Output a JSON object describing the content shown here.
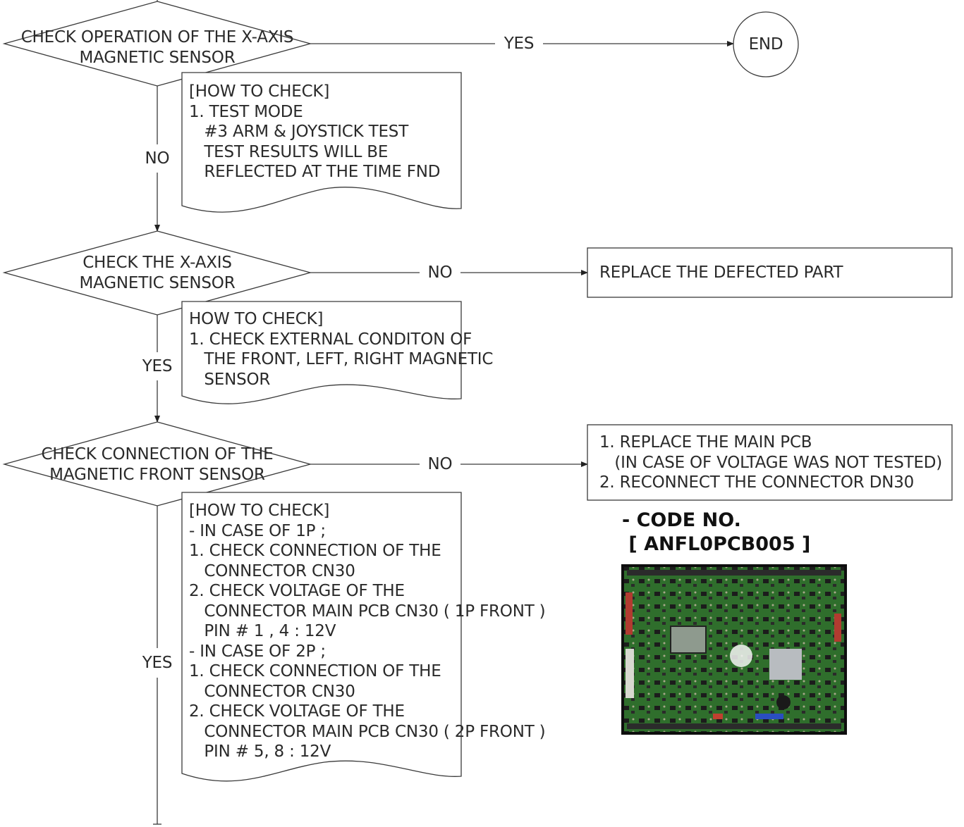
{
  "decisions": {
    "d1": {
      "line1": "CHECK OPERATION OF THE X-AXIS",
      "line2": "MAGNETIC SENSOR"
    },
    "d2": {
      "line1": "CHECK THE X-AXIS",
      "line2": "MAGNETIC SENSOR"
    },
    "d3": {
      "line1": "CHECK CONNECTION OF THE",
      "line2": "MAGNETIC FRONT SENSOR"
    }
  },
  "edges": {
    "d1_yes": "YES",
    "d1_no": "NO",
    "d2_no": "NO",
    "d2_yes": "YES",
    "d3_no": "NO",
    "d3_yes": "YES"
  },
  "terminal": {
    "end": "END"
  },
  "notes": {
    "n1": [
      "[HOW TO CHECK]",
      "1. TEST MODE",
      "   #3 ARM & JOYSTICK TEST",
      "   TEST RESULTS WILL BE",
      "   REFLECTED AT THE TIME FND"
    ],
    "n2": [
      "HOW TO CHECK]",
      "1. CHECK EXTERNAL CONDITON OF",
      "   THE FRONT, LEFT, RIGHT MAGNETIC",
      "   SENSOR"
    ],
    "n3": [
      "[HOW TO CHECK]",
      "- IN CASE OF 1P ;",
      "1. CHECK CONNECTION OF THE",
      "   CONNECTOR CN30",
      "2. CHECK VOLTAGE OF THE",
      "   CONNECTOR MAIN PCB CN30 ( 1P FRONT )",
      "   PIN # 1 , 4 : 12V",
      "- IN CASE OF 2P ;",
      "1. CHECK CONNECTION OF THE",
      "   CONNECTOR CN30",
      "2. CHECK VOLTAGE OF THE",
      "   CONNECTOR MAIN PCB CN30 ( 2P FRONT )",
      "   PIN # 5, 8 : 12V"
    ]
  },
  "actions": {
    "a1": [
      "REPLACE THE DEFECTED PART"
    ],
    "a2": [
      "1. REPLACE THE MAIN PCB",
      "   (IN CASE OF VOLTAGE WAS NOT TESTED)",
      "2. RECONNECT THE CONNECTOR DN30"
    ]
  },
  "code": {
    "line1": "- CODE NO.",
    "line2": " [ ANFL0PCB005 ]"
  },
  "colors": {
    "line": "#3a3a3a",
    "text": "#2a2a2a",
    "pcb": "#2f6e2c"
  }
}
